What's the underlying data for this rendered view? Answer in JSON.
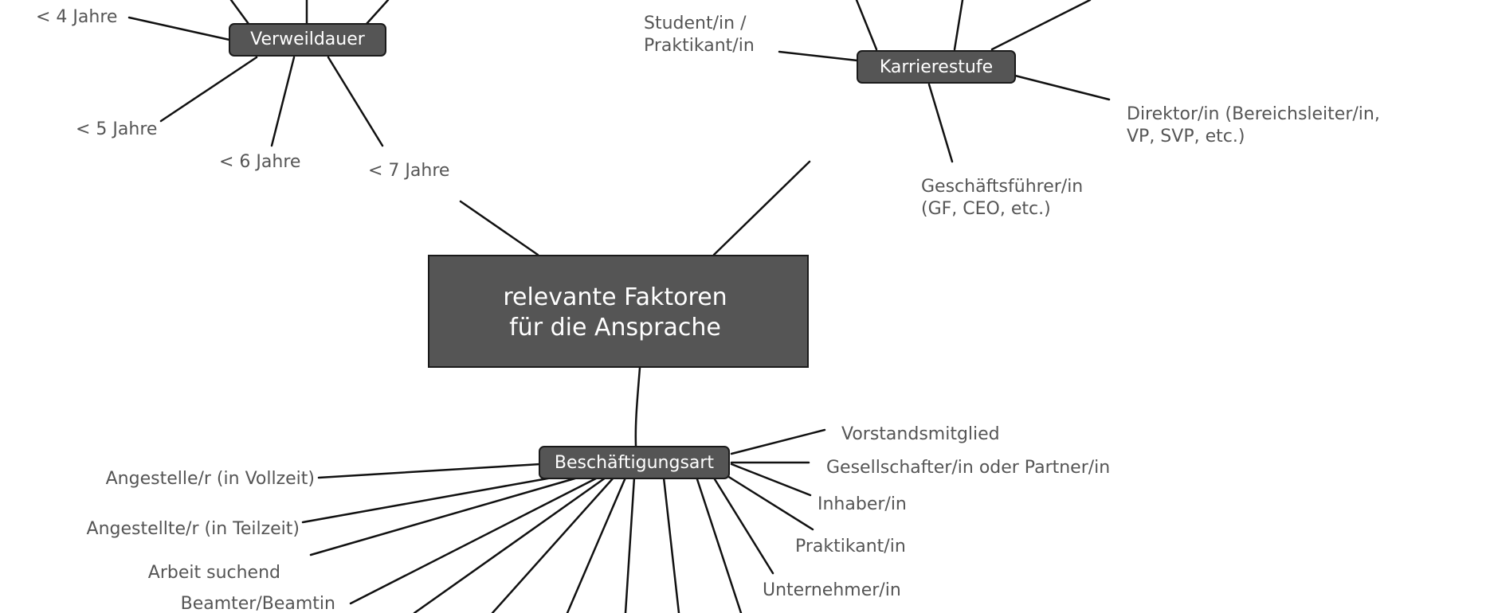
{
  "center": {
    "line1": "relevante Faktoren",
    "line2": "für die Ansprache"
  },
  "verweildauer": {
    "title": "Verweildauer",
    "items": [
      "< 4 Jahre",
      "< 5 Jahre",
      "< 6 Jahre",
      "< 7 Jahre"
    ]
  },
  "karrierestufe": {
    "title": "Karrierestufe",
    "student": {
      "line1": "Student/in /",
      "line2": "Praktikant/in"
    },
    "direktor": {
      "line1": "Direktor/in (Bereichsleiter/in,",
      "line2": "VP, SVP, etc.)"
    },
    "gf": {
      "line1": "Geschäftsführer/in",
      "line2": "(GF, CEO, etc.)"
    }
  },
  "beschaeftigungsart": {
    "title": "Beschäftigungsart",
    "right": [
      "Vorstandsmitglied",
      "Gesellschafter/in oder Partner/in",
      "Inhaber/in",
      "Praktikant/in",
      "Unternehmer/in"
    ],
    "left": [
      "Angestelle/r (in Vollzeit)",
      "Angestellte/r (in Teilzeit)",
      "Arbeit suchend",
      "Beamter/Beamtin"
    ]
  },
  "colors": {
    "node_fill": "#555555",
    "label_text": "#555555",
    "edge": "#111111"
  }
}
